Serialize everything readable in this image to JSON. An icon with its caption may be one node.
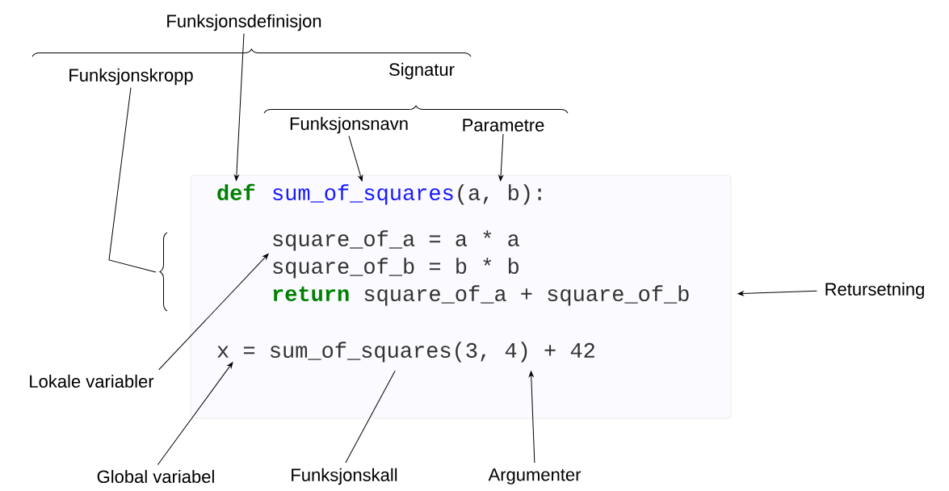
{
  "diagram": {
    "nodes": [
      {
        "text": [],
        "shape": "box"
      },
      {
        "text": [
          "def"
        ],
        "in": 0
      },
      {
        "text": [
          "sum_of_squares"
        ],
        "in": 0
      },
      {
        "text": [
          "(a, b):"
        ],
        "in": 0
      },
      {
        "text": [
          "square_of_a = a * a"
        ],
        "in": 0
      },
      {
        "text": [
          "square_of_b = b * b"
        ],
        "in": 0
      },
      {
        "text": [
          "return"
        ],
        "in": 0
      },
      {
        "text": [
          "square_of_a + square_of_b"
        ],
        "in": 0
      },
      {
        "text": [
          "x ="
        ],
        "in": 0
      },
      {
        "text": [
          "sum_of_squares(3, 4)"
        ],
        "in": 0
      },
      {
        "text": [
          "+ 42"
        ],
        "in": 0
      },
      {
        "text": [
          "Funksjonsdefinisjon"
        ]
      },
      {
        "text": [
          "Funksjonskropp"
        ]
      },
      {
        "text": [
          "Funksjonsnavn"
        ]
      },
      {
        "text": [
          "Parametre"
        ]
      },
      {
        "text": [
          "Retursetning"
        ]
      },
      {
        "text": [
          "Lokale variabler"
        ]
      },
      {
        "text": [
          "Global variabel"
        ]
      },
      {
        "text": [
          "Funksjonskall"
        ]
      },
      {
        "text": [
          "Argumenter"
        ]
      }
    ],
    "edges": [
      {
        "from": 11,
        "to": 1,
        "arrow": "to"
      },
      {
        "from": 12,
        "to": null,
        "arrow": "none"
      },
      {
        "from": 13,
        "to": 2,
        "arrow": "to"
      },
      {
        "from": 14,
        "to": 3,
        "arrow": "to"
      },
      {
        "from": 15,
        "to": 7,
        "arrow": "to"
      },
      {
        "from": 16,
        "to": 4,
        "arrow": "to"
      },
      {
        "from": 17,
        "to": 8,
        "arrow": "to"
      },
      {
        "from": 18,
        "to": 9,
        "arrow": "none"
      },
      {
        "from": 19,
        "to": 9,
        "arrow": "to"
      }
    ],
    "labels": [
      "Signatur"
    ]
  }
}
